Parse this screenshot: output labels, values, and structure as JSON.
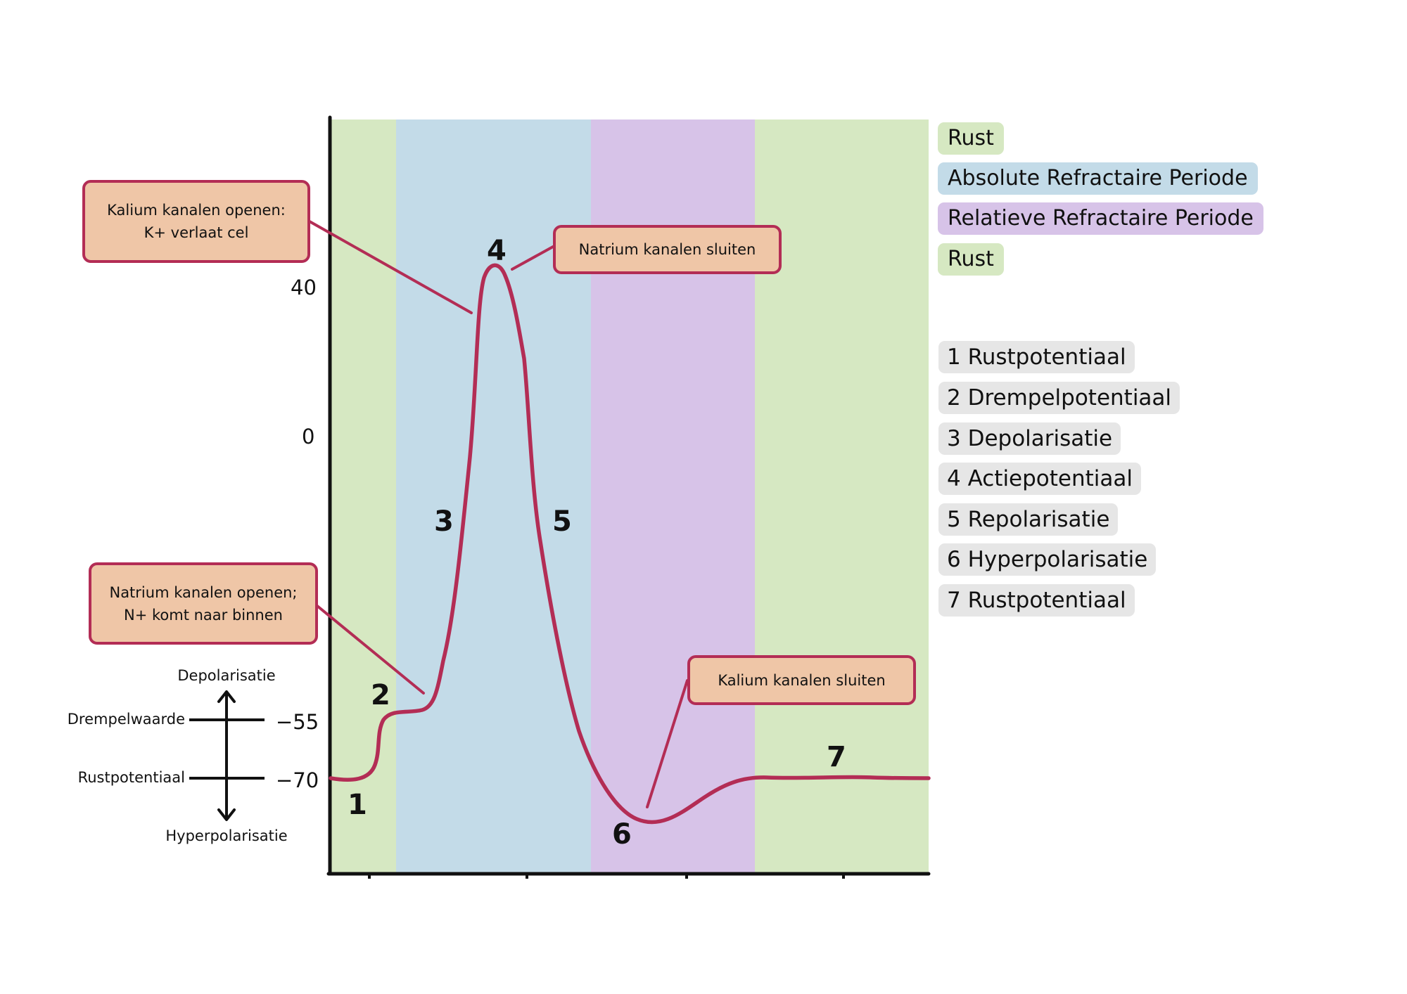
{
  "colors": {
    "rest": "#d6e8c2",
    "absolute": "#c3dbe8",
    "relative": "#d7c3e8",
    "curve": "#b32d55",
    "callout_fill": "#efc6a7",
    "callout_border": "#b32d55",
    "phase_chip": "#e6e6e6"
  },
  "axis_labels": {
    "y40": "40",
    "y0": "0"
  },
  "scale": {
    "top_label": "Depolarisatie",
    "bottom_label": "Hyperpolarisatie",
    "threshold_label": "Drempelwaarde",
    "threshold_value": "−55",
    "rest_label": "Rustpotentiaal",
    "rest_value": "−70"
  },
  "stage_numbers": [
    "1",
    "2",
    "3",
    "4",
    "5",
    "6",
    "7"
  ],
  "callouts": {
    "potassium_open": {
      "line1": "Kalium kanalen openen:",
      "line2": "K+ verlaat cel"
    },
    "sodium_close": {
      "line1": "Natrium kanalen sluiten"
    },
    "sodium_open": {
      "line1": "Natrium kanalen openen;",
      "line2": "N+ komt naar binnen"
    },
    "potassium_close": {
      "line1": "Kalium kanalen sluiten"
    }
  },
  "legend": [
    {
      "label": "Rust",
      "color": "#d6e8c2"
    },
    {
      "label": "Absolute Refractaire Periode",
      "color": "#c3dbe8"
    },
    {
      "label": "Relatieve Refractaire Periode",
      "color": "#d7c3e8"
    },
    {
      "label": "Rust",
      "color": "#d6e8c2"
    }
  ],
  "phases": [
    "1 Rustpotentiaal",
    "2 Drempelpotentiaal",
    "3 Depolarisatie",
    "4 Actiepotentiaal",
    "5 Repolarisatie",
    "6 Hyperpolarisatie",
    "7 Rustpotentiaal"
  ]
}
